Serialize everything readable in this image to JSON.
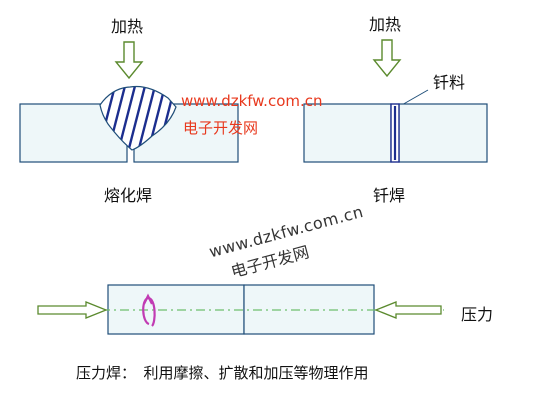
{
  "fusion": {
    "heat_label": "加热",
    "caption": "熔化焊"
  },
  "brazing": {
    "heat_label": "加热",
    "filler_label": "钎料",
    "caption": "钎焊"
  },
  "pressure": {
    "force_label": "压力",
    "caption": "压力焊：　利用摩擦、扩散和加压等物理作用"
  },
  "watermarks": [
    {
      "url": "www.dzkfw.com.cn",
      "name": "电子开发网"
    },
    {
      "url": "www.dzkfw.com.cn",
      "name": "电子开发网"
    }
  ],
  "colors": {
    "outline": "#1f4e79",
    "plate_fill": "#eef7f9",
    "hatch": "#1c2e8f",
    "arrow_fill": "#ffffff",
    "arrow_stroke": "#5b8a2e",
    "axis": "#6fbf6f",
    "spin": "#c13bb3",
    "watermark": "#e8391e"
  }
}
